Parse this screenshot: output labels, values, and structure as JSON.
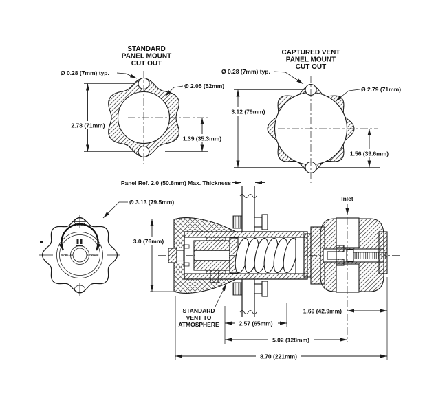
{
  "meta": {
    "background_color": "#ffffff",
    "line_color": "#1a1a1a",
    "drawing_type": "panel mount regulator dimensional drawing"
  },
  "views": {
    "standard_cutout": {
      "title": [
        "STANDARD",
        "PANEL MOUNT",
        "CUT OUT"
      ],
      "hole_dia": "Ø 0.28 (7mm) typ.",
      "bore_dia": "Ø 2.05 (52mm)",
      "bolt_spacing": "2.78 (71mm)",
      "center_to_hole": "1.39 (35.3mm)"
    },
    "captured_cutout": {
      "title": [
        "CAPTURED VENT",
        "PANEL MOUNT",
        "CUT OUT"
      ],
      "hole_dia": "Ø 0.28 (7mm) typ.",
      "bore_dia": "Ø 2.79 (71mm)",
      "bolt_spacing": "3.12 (79mm)",
      "center_to_hole": "1.56 (39.6mm)"
    },
    "knob_front": {
      "dia": "Ø 3.13 (79.5mm)",
      "decrease_label": "DECREASE",
      "increase_label": "INCREASE"
    },
    "section": {
      "panel_ref": "Panel Ref. 2.0 (50.8mm) Max. Thickness",
      "inlet": "Inlet",
      "height": "3.0 (76mm)",
      "vent": [
        "STANDARD",
        "VENT TO",
        "ATMOSPHERE"
      ],
      "dim_vent_to_panel": "2.57 (65mm)",
      "dim_inlet_to_end": "1.69 (42.9mm)",
      "dim_knob_to_inlet": "5.02 (128mm)",
      "dim_overall": "8.70 (221mm)"
    }
  }
}
